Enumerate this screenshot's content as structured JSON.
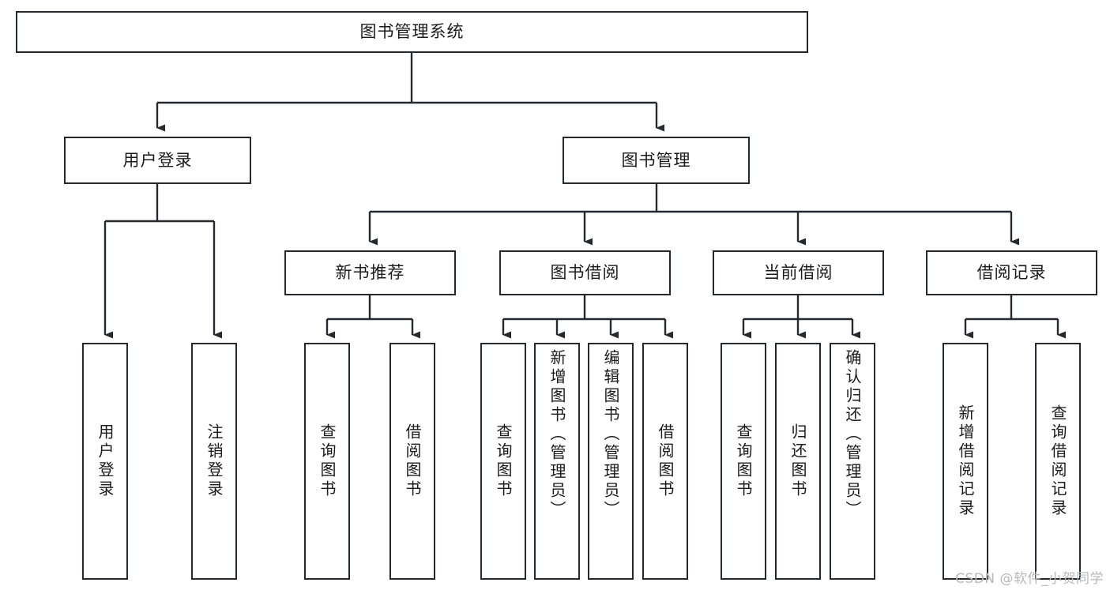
{
  "diagram": {
    "title": "图书管理系统",
    "type": "hierarchy-tree",
    "root": {
      "label": "图书管理系统",
      "children": [
        {
          "label": "用户登录",
          "children": [
            {
              "label": "用户登录"
            },
            {
              "label": "注销登录"
            }
          ]
        },
        {
          "label": "图书管理",
          "children": [
            {
              "label": "新书推荐",
              "children": [
                {
                  "label": "查询图书"
                },
                {
                  "label": "借阅图书"
                }
              ]
            },
            {
              "label": "图书借阅",
              "children": [
                {
                  "label": "查询图书"
                },
                {
                  "label": "新增图书（管理员）"
                },
                {
                  "label": "编辑图书（管理员）"
                },
                {
                  "label": "借阅图书"
                }
              ]
            },
            {
              "label": "当前借阅",
              "children": [
                {
                  "label": "查询图书"
                },
                {
                  "label": "归还图书"
                },
                {
                  "label": "确认归还（管理员）"
                }
              ]
            },
            {
              "label": "借阅记录",
              "children": [
                {
                  "label": "新增借阅记录"
                },
                {
                  "label": "查询借阅记录"
                }
              ]
            }
          ]
        }
      ]
    }
  },
  "nodes": {
    "root": "图书管理系统",
    "user_login": "用户登录",
    "book_manage": "图书管理",
    "new_book_rec": "新书推荐",
    "book_borrow": "图书借阅",
    "current_borrow": "当前借阅",
    "borrow_record": "借阅记录"
  },
  "leaves": {
    "user_login_1": "用户登录",
    "user_login_2": "注销登录",
    "rec_1": "查询图书",
    "rec_2": "借阅图书",
    "borrow_1": "查询图书",
    "borrow_2": "新增图书（管理员）",
    "borrow_3": "编辑图书（管理员）",
    "borrow_4": "借阅图书",
    "current_1": "查询图书",
    "current_2": "归还图书",
    "current_3": "确认归还（管理员）",
    "record_1": "新增借阅记录",
    "record_2": "查询借阅记录"
  },
  "watermark": {
    "text": "CSDN @软件_小贺同学"
  },
  "colors": {
    "stroke": "#24292e",
    "background": "#ffffff",
    "text": "#1b1b1b",
    "watermark": "#b9b9b9"
  }
}
